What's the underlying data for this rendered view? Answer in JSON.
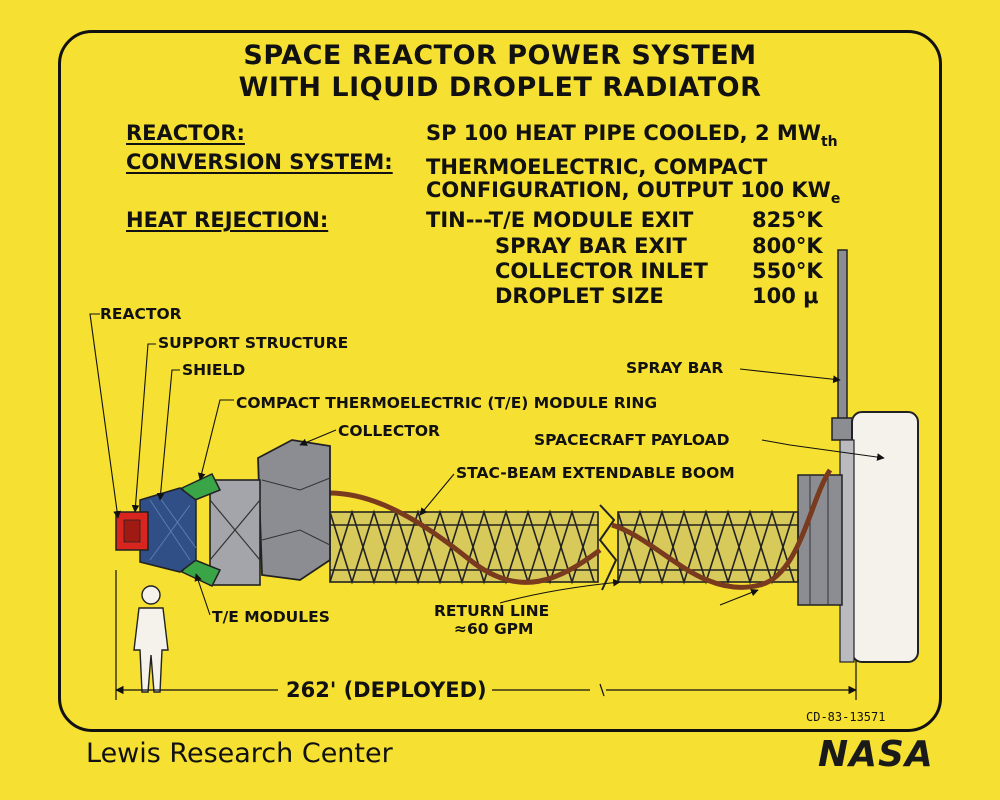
{
  "title_lines": [
    "SPACE REACTOR POWER SYSTEM",
    "WITH LIQUID DROPLET RADIATOR"
  ],
  "specs": {
    "reactor_label": "REACTOR:",
    "reactor_value": "SP 100 HEAT PIPE COOLED, 2 MW",
    "reactor_value_sub": "th",
    "conversion_label": "CONVERSION SYSTEM:",
    "conversion_value_1": "THERMOELECTRIC, COMPACT",
    "conversion_value_2": "CONFIGURATION, OUTPUT 100 KW",
    "conversion_value_sub": "e",
    "heat_label": "HEAT REJECTION:",
    "heat_rows": [
      {
        "name": "TIN---T/E MODULE EXIT",
        "value": "825°K"
      },
      {
        "name": "SPRAY BAR EXIT",
        "value": "800°K"
      },
      {
        "name": "COLLECTOR INLET",
        "value": "550°K"
      },
      {
        "name": "DROPLET SIZE",
        "value": "100 μ"
      }
    ]
  },
  "labels": {
    "reactor": "REACTOR",
    "support_structure": "SUPPORT STRUCTURE",
    "shield": "SHIELD",
    "te_ring": "COMPACT THERMOELECTRIC (T/E) MODULE RING",
    "collector": "COLLECTOR",
    "stac_beam": "STAC-BEAM EXTENDABLE BOOM",
    "spacecraft_payload": "SPACECRAFT PAYLOAD",
    "spray_bar": "SPRAY BAR",
    "te_modules": "T/E MODULES",
    "return_line_1": "RETURN LINE",
    "return_line_2": "≈60 GPM",
    "dimension": "262' (DEPLOYED)"
  },
  "reference_code": "CD-83-13571",
  "footer": {
    "org": "Lewis Research Center",
    "logo_text": "NASA"
  },
  "colors": {
    "background": "#f6e032",
    "reactor_red": "#d8261f",
    "shield_blue": "#2f4f86",
    "module_green": "#3aa546",
    "structure_gray": "#8b8d93",
    "return_line_brown": "#7a3a1e",
    "payload_white": "#f4f2ea"
  }
}
